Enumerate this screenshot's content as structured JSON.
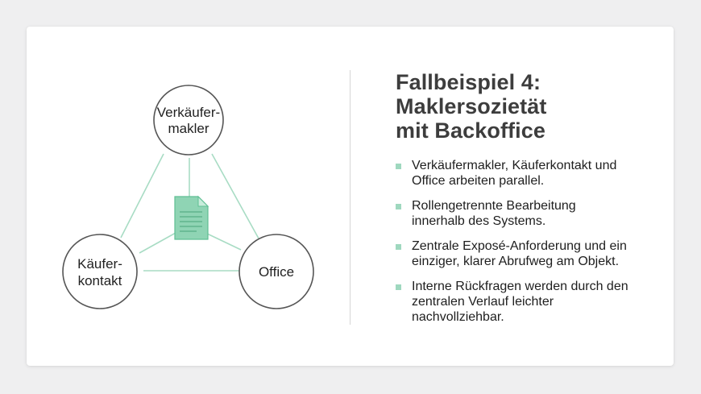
{
  "colors": {
    "background": "#efeff0",
    "card": "#ffffff",
    "accent_green": "#8fd4b4",
    "line_green": "#a8dcc4",
    "text": "#1e1e1e",
    "title": "#3d3d3d"
  },
  "diagram": {
    "nodes": {
      "top": {
        "line1": "Verkäufer-",
        "line2": "makler"
      },
      "left": {
        "line1": "Käufer-",
        "line2": "kontakt"
      },
      "right": {
        "line1": "Office"
      }
    },
    "center_icon": "document-icon"
  },
  "content": {
    "title_line1": "Fallbeispiel 4:",
    "title_line2": "Maklersozietät",
    "title_line3": "mit Backoffice",
    "bullets": [
      {
        "line1": "Verkäufermakler, Käuferkontakt und",
        "line2": "Office arbeiten parallel."
      },
      {
        "line1": "Rollengetrennte Bearbeitung",
        "line2": "innerhalb des Systems."
      },
      {
        "line1": "Zentrale Exposé-Anforderung und ein",
        "line2": "einziger, klarer Abrufweg am Objekt."
      },
      {
        "line1": "Interne Rückfragen werden durch den",
        "line2": "zentralen Verlauf leichter",
        "line3": "nachvollziehbar."
      }
    ]
  }
}
